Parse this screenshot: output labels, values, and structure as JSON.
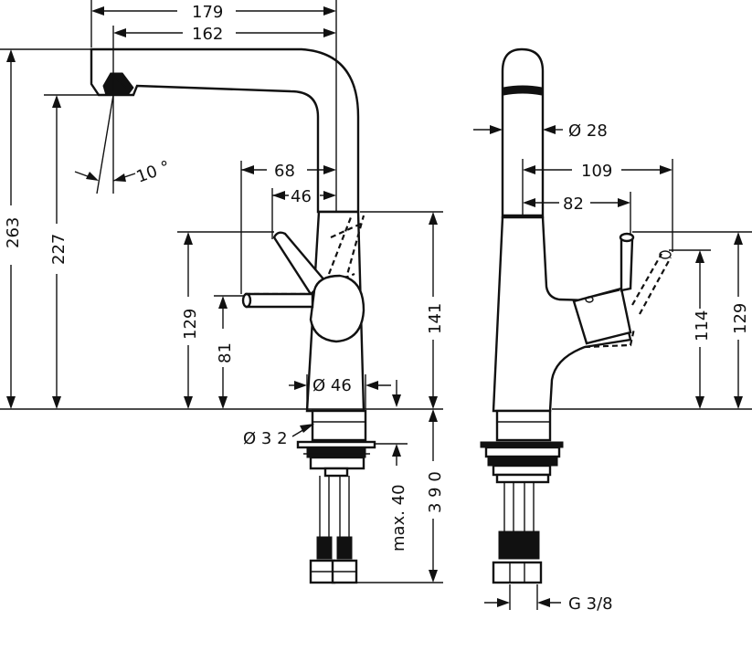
{
  "drawing": {
    "front_view": {
      "dims": {
        "width_179": "179",
        "width_162": "162",
        "height_263": "263",
        "height_227": "227",
        "angle_10": "10 °",
        "reach_68": "68",
        "reach_46": "46",
        "height_129": "129",
        "height_81": "81",
        "diameter_46": "Ø 46",
        "height_141": "141",
        "diameter_32": "Ø 3 2",
        "max_40": "max. 40",
        "length_390": "3 9 0"
      }
    },
    "side_view": {
      "dims": {
        "diameter_28": "Ø 28",
        "reach_109": "109",
        "reach_82": "82",
        "height_114": "114",
        "height_129": "129",
        "thread": "G 3/8"
      }
    }
  }
}
